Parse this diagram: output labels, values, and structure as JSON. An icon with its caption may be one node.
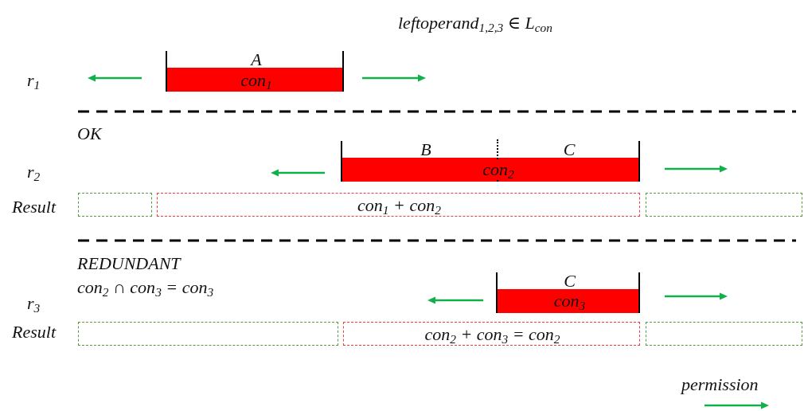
{
  "diagram": {
    "title": "leftoperand$_{1,2,3}$ ∈ L$_{con}$",
    "nodes": [
      {
        "text": [
          "A",
          "con$_{1}$"
        ]
      },
      {
        "text": [
          "B",
          "C",
          "con$_{2}$"
        ]
      },
      {
        "text": [],
        "shape": "box"
      },
      {
        "text": [
          "con$_{1}$ + con$_{2}$"
        ]
      },
      {
        "text": [],
        "shape": "box"
      },
      {
        "text": [
          "C",
          "con$_{3}$"
        ]
      },
      {
        "text": [],
        "shape": "box"
      },
      {
        "text": [
          "con$_{2}$ +  con$_{3}$ = con$_{2}$"
        ]
      },
      {
        "text": [],
        "shape": "box"
      }
    ],
    "labels": [
      "r$_{1}$",
      "OK",
      "r$_{2}$",
      "Result",
      "REDUNDANT",
      "con$_{2}$ ∩ con$_{3}$ = con$_{3}$",
      "r$_{3}$",
      "Result"
    ],
    "legend": [
      {
        "text": "permission"
      }
    ]
  }
}
